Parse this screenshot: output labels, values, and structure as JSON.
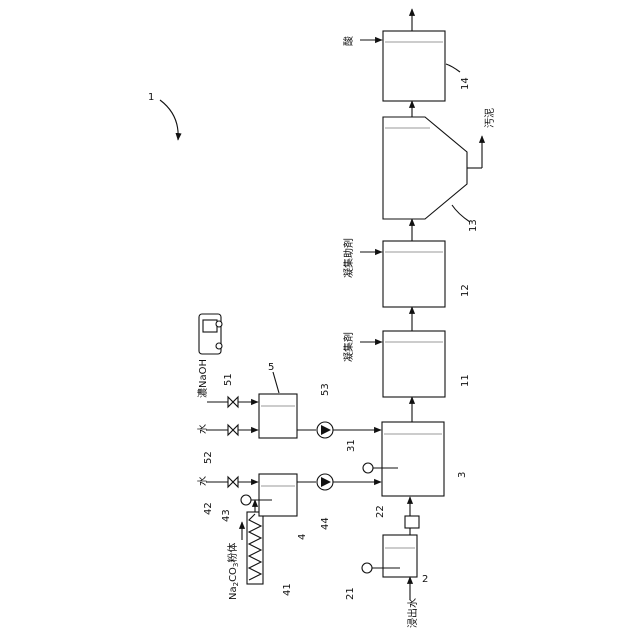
{
  "labels": {
    "system": "1",
    "tank_2": "2",
    "tank_3": "3",
    "tank_4": "4",
    "tank_5": "5",
    "tank_11": "11",
    "tank_12": "12",
    "tank_13": "13",
    "tank_14": "14",
    "level_21": "21",
    "sensor_22": "22",
    "level_31": "31",
    "feeder_41": "41",
    "valve_42": "42",
    "level_43": "43",
    "pump_44": "44",
    "valve_51": "51",
    "valve_52": "52",
    "pump_53": "53"
  },
  "texts": {
    "leachate": "浸出水",
    "water_1": "水",
    "water_2": "水",
    "naoh": "濃NaOH",
    "na2co3_prefix": "Na",
    "na2co3_sub1": "2",
    "na2co3_mid": "CO",
    "na2co3_sub2": "3",
    "na2co3_suffix": "粉体",
    "coagulant": "凝集剤",
    "coag_aid": "凝集助剤",
    "acid": "酸",
    "sludge": "汚泥"
  }
}
